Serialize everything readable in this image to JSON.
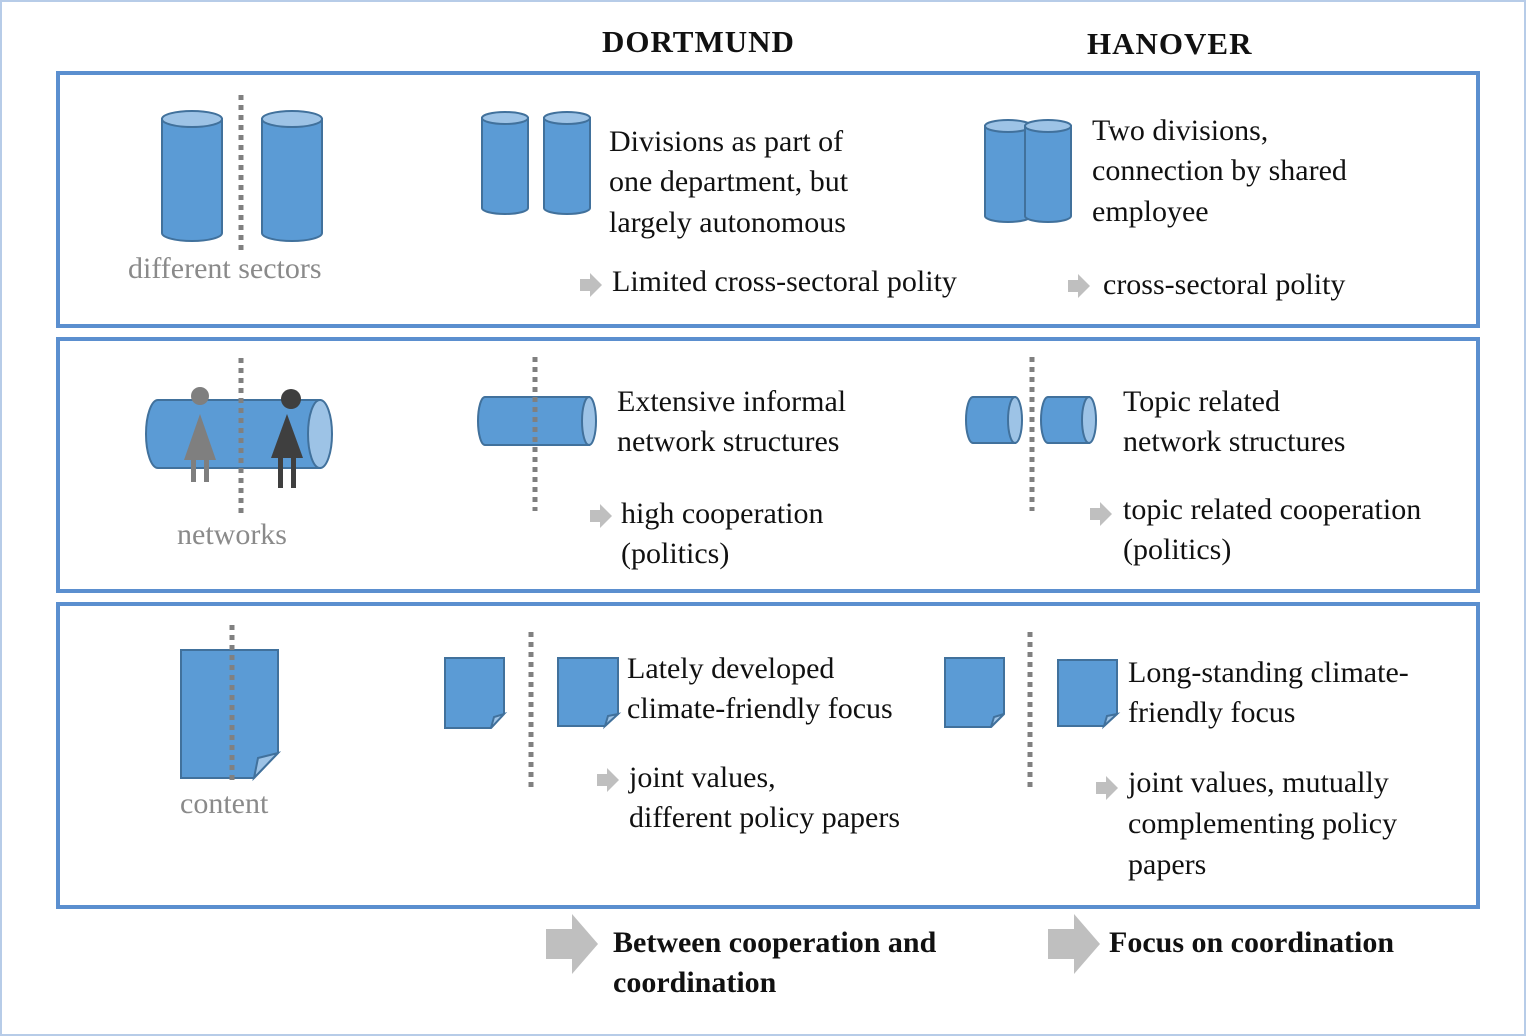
{
  "header": {
    "col1": "DORTMUND",
    "col2": "HANOVER"
  },
  "rows": [
    {
      "label": "different sectors",
      "dortmund": {
        "description": [
          "Divisions as part of",
          "one department, but",
          "largely autonomous"
        ],
        "result": [
          "Limited cross-sectoral polity"
        ]
      },
      "hanover": {
        "description": [
          "Two divisions,",
          "connection by shared",
          "employee"
        ],
        "result": [
          "cross-sectoral polity"
        ]
      }
    },
    {
      "label": "networks",
      "dortmund": {
        "description": [
          "Extensive informal",
          "network structures"
        ],
        "result": [
          "high cooperation",
          "(politics)"
        ]
      },
      "hanover": {
        "description": [
          "Topic related",
          "network structures"
        ],
        "result": [
          "topic related cooperation",
          "(politics)"
        ]
      }
    },
    {
      "label": "content",
      "dortmund": {
        "description": [
          "Lately developed",
          "climate-friendly focus"
        ],
        "result": [
          "joint values,",
          "different policy papers"
        ]
      },
      "hanover": {
        "description": [
          "Long-standing climate-",
          "friendly focus"
        ],
        "result": [
          "joint values, mutually",
          "complementing policy",
          "papers"
        ]
      }
    }
  ],
  "conclusion": {
    "dortmund": [
      "Between cooperation and",
      "coordination"
    ],
    "hanover": [
      "Focus on coordination"
    ]
  },
  "colors": {
    "shape_fill": "#5b9bd5",
    "shape_stroke": "#41719c",
    "border": "#5b8fcf",
    "arrow": "#bfbfbf",
    "divider": "#808080",
    "label": "#8a8a8a"
  }
}
